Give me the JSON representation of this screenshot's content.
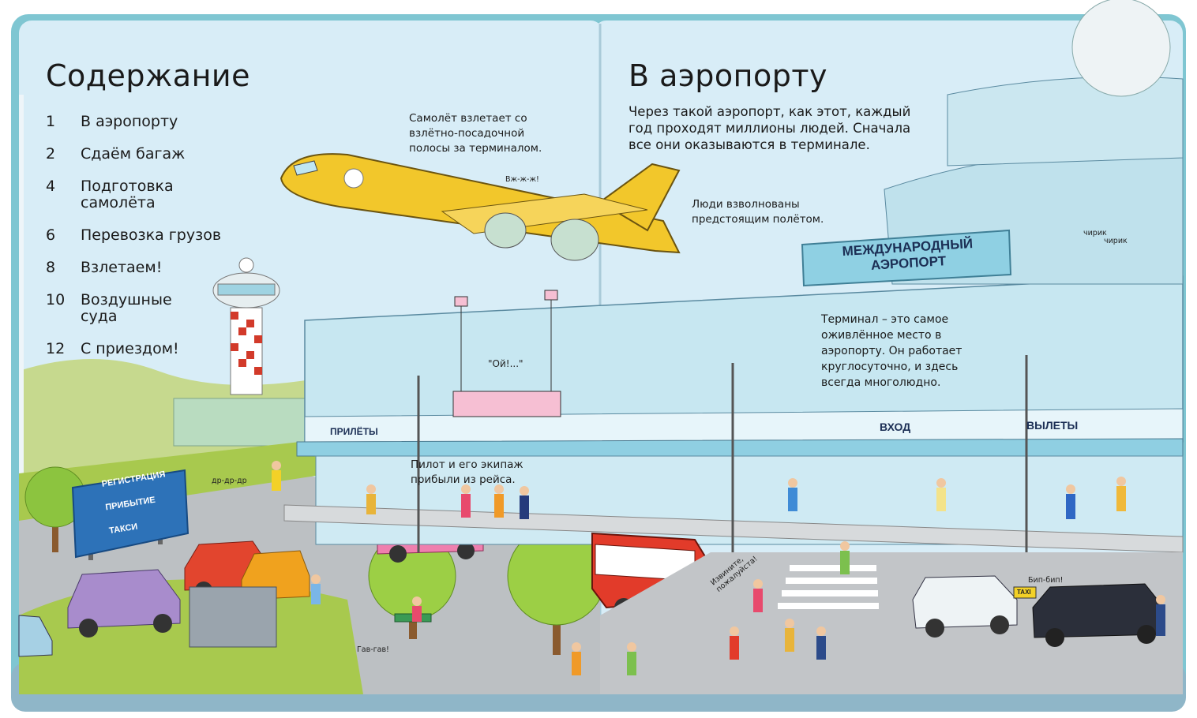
{
  "left_page": {
    "title": "Содержание",
    "items": [
      {
        "number": "1",
        "label": "В аэропорту"
      },
      {
        "number": "2",
        "label": "Сдаём багаж"
      },
      {
        "number": "4",
        "label": "Подготовка самолёта"
      },
      {
        "number": "6",
        "label": "Перевозка грузов"
      },
      {
        "number": "8",
        "label": "Взлетаем!"
      },
      {
        "number": "10",
        "label": "Воздушные суда"
      },
      {
        "number": "12",
        "label": "С приездом!"
      }
    ],
    "plane_caption": "Самолёт взлетает со взлётно-посадочной полосы за терминалом.",
    "crew_caption": "Пилот и его экипаж прибыли из рейса.",
    "sfx_plane": "Вж-ж-ж!",
    "sfx_workers": "\"Ой!...\"",
    "sfx_mower": "др-др-др",
    "sfx_dog": "Гав-гав!",
    "arrivals_sign": "ПРИЛЁТЫ",
    "direction_sign": [
      "РЕГИСТРАЦИЯ",
      "ПРИБЫТИЕ",
      "ТАКСИ"
    ]
  },
  "right_page": {
    "title": "В аэропорту",
    "intro": "Через такой аэропорт, как этот, каждый год проходят миллионы людей. Сначала все они оказываются в терминале.",
    "people_caption": "Люди взволнованы предстоящим полётом.",
    "terminal_caption": "Терминал – это самое оживлённое место в аэропорту. Он работает круглосуточно, и здесь всегда многолюдно.",
    "airport_sign_line1": "МЕЖДУНАРОДНЫЙ",
    "airport_sign_line2": "АЭРОПОРТ",
    "entrance_sign": "ВХОД",
    "departures_sign": "ВЫЛЕТЫ",
    "sfx_birds1": "чирик",
    "sfx_birds2": "чирик",
    "sfx_excuse": "Извините, пожалуйста!",
    "sfx_horn": "Бип-бип!",
    "taxi_sign": "TAXI"
  },
  "colors": {
    "sky": "#d6ecf6",
    "book_cover": "#7fc6d2",
    "plane": "#f2c72b",
    "terminal": "#bfe3ef",
    "grass": "#a8c94e",
    "road": "#b9bcbf"
  }
}
